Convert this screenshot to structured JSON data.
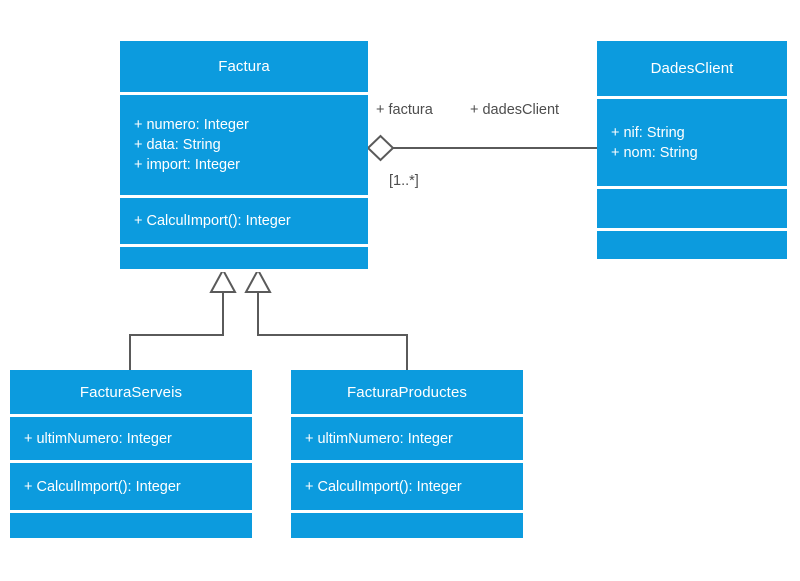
{
  "diagram": {
    "type": "uml-class-diagram",
    "title": "",
    "colors": {
      "class_fill": "#0C9BDE",
      "class_text": "#FFFFFF",
      "connector": "#5A5A5A",
      "label_text": "#4D4D4D",
      "background": "#FFFFFF"
    },
    "classes": [
      {
        "id": "factura",
        "name": "Factura",
        "attributes": [
          "+ numero: Integer",
          "+ data: String",
          "+ import: Integer"
        ],
        "operations": [
          "+ CalculImport(): Integer"
        ],
        "extra_compartment": ""
      },
      {
        "id": "dadesclient",
        "name": "DadesClient",
        "attributes": [
          "+ nif: String",
          "+ nom: String"
        ],
        "operations": [],
        "extra_compartment": ""
      },
      {
        "id": "facturaserveis",
        "name": "FacturaServeis",
        "attributes": [
          "+ ultimNumero: Integer"
        ],
        "operations": [
          "+ CalculImport(): Integer"
        ],
        "extra_compartment": ""
      },
      {
        "id": "facturaproductes",
        "name": "FacturaProductes",
        "attributes": [
          "+ ultimNumero: Integer"
        ],
        "operations": [
          "+ CalculImport(): Integer"
        ],
        "extra_compartment": ""
      }
    ],
    "relationships": [
      {
        "id": "aggregation-factura-dadesclient",
        "kind": "aggregation",
        "source": "factura",
        "target": "dadesclient",
        "source_role": "+ factura",
        "target_role": "+ dadesClient",
        "source_multiplicity": "[1..*]",
        "target_multiplicity": ""
      },
      {
        "id": "generalization-facturaserveis",
        "kind": "generalization",
        "source": "facturaserveis",
        "target": "factura"
      },
      {
        "id": "generalization-facturaproductes",
        "kind": "generalization",
        "source": "facturaproductes",
        "target": "factura"
      }
    ]
  }
}
